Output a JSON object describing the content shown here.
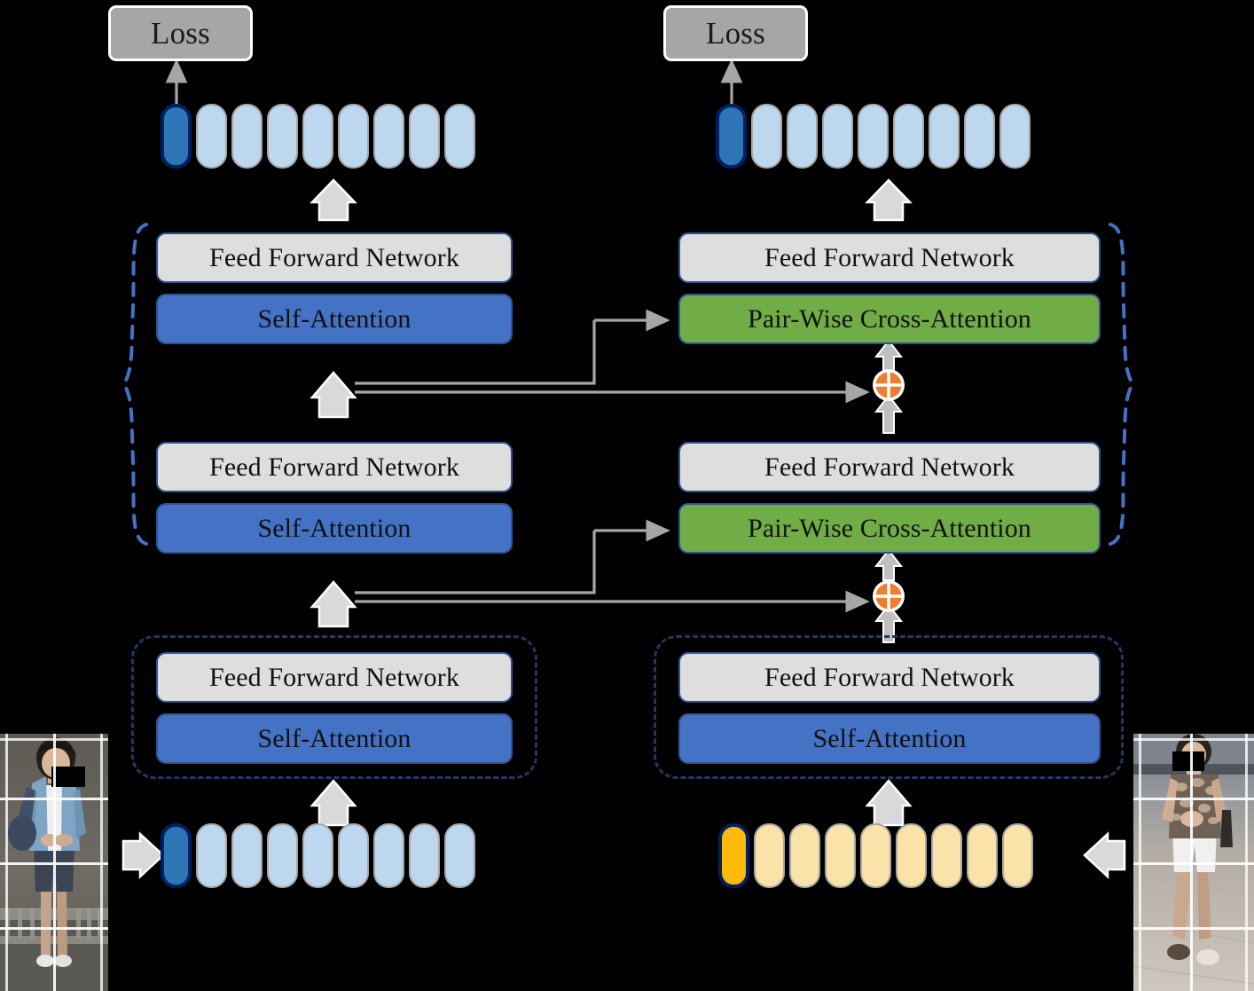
{
  "figure": {
    "type": "diagram",
    "subject": "Dual-branch transformer with pair-wise cross-attention for person re-identification"
  },
  "colors": {
    "self_attention": "#4472c4",
    "cross_attention": "#70ad47",
    "feed_forward": "#dedede",
    "loss": "#a6a6a6",
    "token_light_blue": "#bdd7ee",
    "token_dark_blue": "#2e75b6",
    "token_light_yellow": "#fbe2a8",
    "token_orange": "#ffb90b",
    "add_node": "#ed7d31",
    "dashed_border": "#1f3864",
    "arrow": "#d9d9d9",
    "thin_arrow": "#a6a6a6",
    "background": "#000000"
  },
  "labels": {
    "loss": "Loss",
    "feed_forward_network": "Feed Forward Network",
    "self_attention": "Self-Attention",
    "pair_wise_cross_attention": "Pair-Wise Cross-Attention"
  },
  "left_branch": {
    "name": "left-branch",
    "loss": "Loss",
    "output_tokens": {
      "count": 9,
      "cls_token_index": 0,
      "cls_token_color": "#2e75b6",
      "other_token_color": "#bdd7ee"
    },
    "layers": [
      {
        "id": "left-layer-3",
        "ffn": "Feed Forward Network",
        "attn": "Self-Attention",
        "attn_type": "self",
        "enclosure": "brace"
      },
      {
        "id": "left-layer-2",
        "ffn": "Feed Forward Network",
        "attn": "Self-Attention",
        "attn_type": "self",
        "enclosure": "brace"
      },
      {
        "id": "left-layer-1",
        "ffn": "Feed Forward Network",
        "attn": "Self-Attention",
        "attn_type": "self",
        "enclosure": "dashed-box"
      }
    ],
    "input_tokens": {
      "count": 9,
      "cls_token_index": 0,
      "cls_token_color": "#2e75b6",
      "other_token_color": "#bdd7ee"
    },
    "input_image": {
      "name": "person-image-left",
      "grid_cols": 2,
      "grid_rows": 4,
      "face_redacted": true,
      "description": "pedestrian in denim jacket and dark shorts"
    }
  },
  "right_branch": {
    "name": "right-branch",
    "loss": "Loss",
    "output_tokens": {
      "count": 9,
      "cls_token_index": 0,
      "cls_token_color": "#2e75b6",
      "other_token_color": "#bdd7ee"
    },
    "layers": [
      {
        "id": "right-layer-3",
        "ffn": "Feed Forward Network",
        "attn": "Pair-Wise Cross-Attention",
        "attn_type": "cross",
        "enclosure": "brace"
      },
      {
        "id": "right-layer-2",
        "ffn": "Feed Forward Network",
        "attn": "Pair-Wise Cross-Attention",
        "attn_type": "cross",
        "enclosure": "brace"
      },
      {
        "id": "right-layer-1",
        "ffn": "Feed Forward Network",
        "attn": "Self-Attention",
        "attn_type": "self",
        "enclosure": "dashed-box"
      }
    ],
    "input_tokens": {
      "count": 9,
      "cls_token_index": 0,
      "cls_token_color": "#ffb90b",
      "other_token_color": "#fbe2a8"
    },
    "input_image": {
      "name": "person-image-right",
      "grid_cols": 2,
      "grid_rows": 4,
      "face_redacted": true,
      "description": "pedestrian in patterned top and white shorts"
    }
  },
  "add_nodes": [
    {
      "id": "add-node-upper",
      "symbol": "+",
      "color": "#ed7d31"
    },
    {
      "id": "add-node-lower",
      "symbol": "+",
      "color": "#ed7d31"
    }
  ],
  "connections": [
    {
      "from": "left-layer-1-output",
      "to": "right-layer-2-cross-attention",
      "kind": "cross-feed"
    },
    {
      "from": "left-layer-1-output",
      "to": "add-node-lower",
      "kind": "residual"
    },
    {
      "from": "left-layer-2-output",
      "to": "right-layer-3-cross-attention",
      "kind": "cross-feed"
    },
    {
      "from": "left-layer-2-output",
      "to": "add-node-upper",
      "kind": "residual"
    }
  ]
}
